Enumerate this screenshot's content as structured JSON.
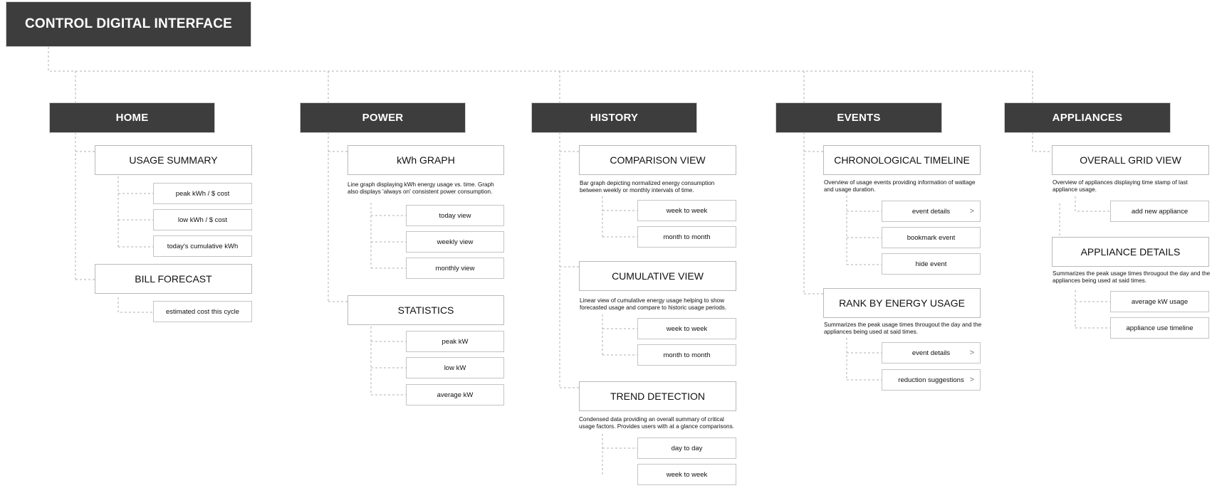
{
  "root": "CONTROL DIGITAL INTERFACE",
  "home": {
    "label": "HOME",
    "usage_summary": {
      "title": "USAGE SUMMARY",
      "items": [
        "peak kWh / $ cost",
        "low kWh / $ cost",
        "today's cumulative kWh"
      ]
    },
    "bill_forecast": {
      "title": "BILL FORECAST",
      "items": [
        "estimated cost this cycle"
      ]
    }
  },
  "power": {
    "label": "POWER",
    "kwh_graph": {
      "title": "kWh GRAPH",
      "desc": "Line graph displaying kWh energy usage vs. time. Graph also displays 'always on' consistent power consumption.",
      "items": [
        "today view",
        "weekly view",
        "monthly view"
      ]
    },
    "statistics": {
      "title": "STATISTICS",
      "items": [
        "peak kW",
        "low kW",
        "average kW"
      ]
    }
  },
  "history": {
    "label": "HISTORY",
    "comparison": {
      "title": "COMPARISON VIEW",
      "desc": "Bar graph depicting normalized energy consumption between weekly or monthly intervals of time.",
      "items": [
        "week to week",
        "month to month"
      ]
    },
    "cumulative": {
      "title": "CUMULATIVE VIEW",
      "desc": "Linear view of cumulative energy usage helping to show forecasted usage and compare to historic usage periods.",
      "items": [
        "week to week",
        "month to month"
      ]
    },
    "trend": {
      "title": "TREND DETECTION",
      "desc": "Condensed data providing an overall summary of critical usage factors. Provides users with at a glance comparisons.",
      "items": [
        "day to day",
        "week to week"
      ]
    }
  },
  "events": {
    "label": "EVENTS",
    "timeline": {
      "title": "CHRONOLOGICAL TIMELINE",
      "desc": "Overview of usage events providing information of wattage and usage duration.",
      "items": [
        "event details",
        "bookmark event",
        "hide event"
      ]
    },
    "rank": {
      "title": "RANK BY ENERGY USAGE",
      "desc": "Summarizes the peak usage times througout the day and the appliances being used at said times.",
      "items": [
        "event details",
        "reduction suggestions"
      ]
    }
  },
  "appliances": {
    "label": "APPLIANCES",
    "grid": {
      "title": "OVERALL GRID VIEW",
      "desc": "Overview of appliances displaying time stamp of last appliance usage.",
      "items": [
        "add new appliance"
      ]
    },
    "details": {
      "title": "APPLIANCE DETAILS",
      "desc": "Summarizes the peak usage times througout the day and the appliances being used at said times.",
      "items": [
        "average kW usage",
        "appliance use timeline"
      ]
    }
  },
  "icons": {
    "chevron": "chevron-right-icon",
    "chevron_glyph": ">"
  }
}
